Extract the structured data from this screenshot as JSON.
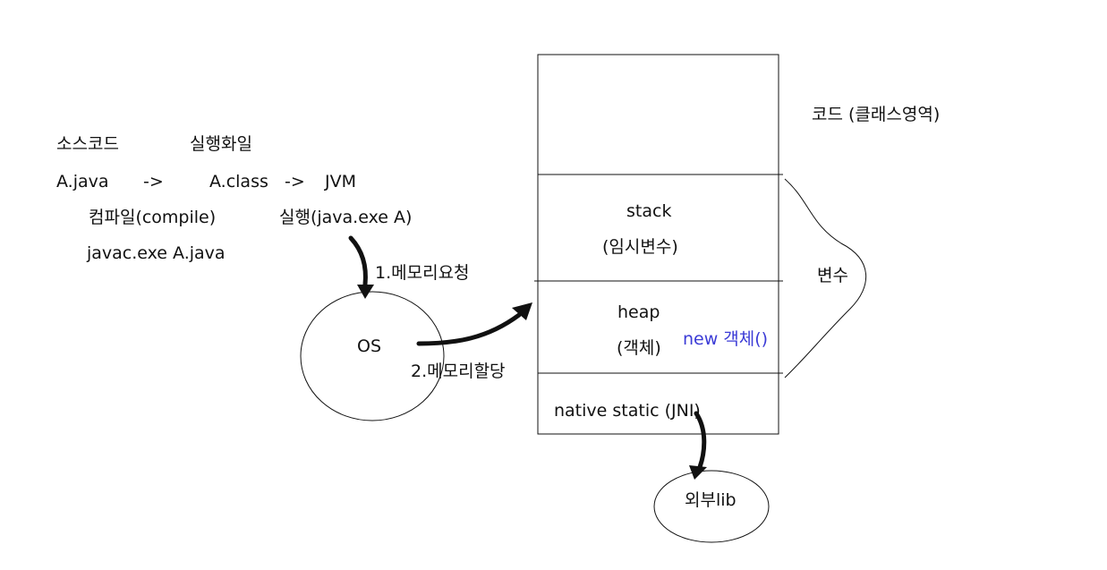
{
  "labels": {
    "source_code": "소스코드",
    "executable_file": "실행화일",
    "a_java": "A.java",
    "arrow1": "->",
    "a_class": "A.class",
    "arrow2": "->",
    "jvm": "JVM",
    "compile": "컴파일(compile)",
    "run": "실행(java.exe A)",
    "javac": "javac.exe A.java",
    "mem_request": "1.메모리요청",
    "os": "OS",
    "mem_alloc": "2.메모리할당",
    "ext_lib": "외부lib"
  },
  "memory": {
    "code_label": "코드 (클래스영역)",
    "stack": "stack",
    "stack_desc": "(임시변수)",
    "heap": "heap",
    "heap_desc": "(객체)",
    "new_object": "new 객체()",
    "native": "native static (JNI)",
    "variables_label": "변수"
  },
  "colors": {
    "line": "#111111",
    "accent": "#3b3bd6"
  }
}
